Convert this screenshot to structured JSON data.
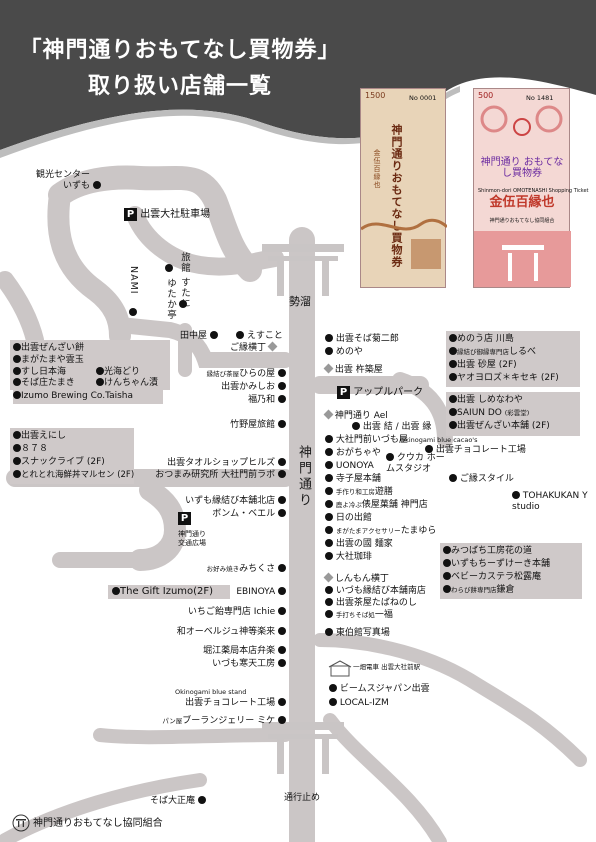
{
  "title": {
    "line1": "「神門通りおもてなし買物券」",
    "line2": "取り扱い店舗一覧"
  },
  "vouchers": {
    "left": {
      "price": "1500",
      "no": "No 0001",
      "text": "神門通りおもてなし買物券",
      "sub": "金伍百縁也"
    },
    "right": {
      "price": "500",
      "no": "No 1481",
      "text": "神門通り おもてなし買物券",
      "value": "金伍百縁也",
      "en": "Shinmon-dori OMOTENASHI Shopping Ticket",
      "issuer": "神門通りおもてなし協同組合"
    }
  },
  "landmarks": {
    "seiryu": "勢溜",
    "shinmon_dori": "神門通り",
    "kotsu_stop": "通行止め",
    "parking_izumo": "出雲大社駐車場",
    "parking_apple": "アップルパーク",
    "parking_shinmon": "神門通り交通広場",
    "kanko": "観光センター いずも",
    "ichibata": "一畑電車 出雲大社前駅",
    "footer": "神門通りおもてなし協同組合"
  },
  "vertical_labels": {
    "nami": "NAMI",
    "yutaka": "ゆたか亭",
    "ryokan": "旅館 すたに"
  },
  "left_box1": [
    "出雲ぜんざい餅",
    "まがたまや雲玉",
    "すし日本海",
    "光海どり",
    "そば庄たまき",
    "けんちゃん漬",
    "Izumo Brewing Co.Taisha"
  ],
  "left_box2": [
    "出雲えにし",
    "８７８",
    "スナックライブ (2F)",
    "とれとれ海鮮丼マルセン (2F)"
  ],
  "right_box1": [
    "めのう店 川島",
    "しるべ",
    "出雲 砂屋 (2F)",
    "ヤオヨロズ＊キセキ (2F)"
  ],
  "right_box1_small": "縁結び御縁専門店",
  "right_box2": [
    "出雲 しめなわや",
    "SAIUN DO",
    "出雲ぜんざい本舗 (2F)"
  ],
  "right_box2_small": "(彩雲堂)",
  "right_box3": [
    "みつばち工房花の道",
    "いずもちーずけーき本舗",
    "ベビーカステラ松露庵",
    "鎌倉"
  ],
  "right_box3_small": "わらび餅専門店",
  "left_shops": {
    "tanaka": "田中屋",
    "esukoto": "えすこと",
    "goen": "ご縁横丁",
    "hiranoya": "ひらの屋",
    "hiranoya_pre": "縁結び茶屋",
    "kamishio": "出雲かみしお",
    "fukunowa": "福乃和",
    "takenoya": "竹野屋旅館",
    "towel": "出雲タオルショップヒルズ",
    "omusubi": "おつまみ研究所 大社門前ラボ",
    "enmusubi": "いずも縁結び本舗北店",
    "bonmu": "ボンム・ベエル",
    "michikusa": "みちくさ",
    "michikusa_pre": "お好み焼き",
    "gift": "The Gift Izumo(2F)",
    "ebinoya": "EBINOYA",
    "ichigo": "いちご飴専門店 Ichie",
    "wa_auberge": "和オーベルジュ神等楽来",
    "horie": "堀江薬局本店弁楽",
    "itsumo": "いづも寒天工房",
    "okinogami_label": "Okinogami blue stand",
    "choco": "出雲チョコレート工場",
    "panya": "ブーランジェリー ミケ",
    "panya_pre": "パン屋",
    "soba": "そば大正庵"
  },
  "right_shops": {
    "sobakiku": "出雲そば菊二郎",
    "menoya": "めのや",
    "kinebaya": "出雲 杵築屋",
    "ael": "神門通り Ael",
    "yui": "出雲 結 / 出雲 縁",
    "taisha_izumoya": "大社門前いづも屋",
    "ogachaya": "おがちゃや",
    "uonoya": "UONOYA",
    "teraya": "寺子屋本舗",
    "teuchi": "遊膳",
    "teuchi_pre": "手作り和工房",
    "sudare": "俵屋菓舗 神門店",
    "sudare_pre": "鹿よ冷ぷ",
    "hinode": "日の出館",
    "tamayura": "たまゆら",
    "tamayura_pre": "まがたまアクセサリー",
    "kuni": "出雲の國 麺家",
    "coffee": "大社珈琲",
    "shinmon_yokocho": "しんもん横丁",
    "enmusubi_minami": "いづも縁結び本舗南店",
    "chaya": "出雲茶屋たばねのし",
    "ichifuku": "一福",
    "ichifuku_pre": "手打ちそば処",
    "higashi": "東伯館写真場",
    "kuwaka": "クウカ ホームスタジオ",
    "okinogami": "Okinogami blue cacao's",
    "choco_r": "出雲チョコレート工場",
    "goen_style": "ご縁スタイル",
    "tohakukan": "TOHAKUKAN Y studio",
    "beams": "ビームスジャパン出雲",
    "local": "LOCAL-IZM"
  },
  "colors": {
    "header": "#4a4a4a",
    "road": "#c9c5c5",
    "box": "#cfc9c9",
    "voucher_left": "#e8d4b8",
    "voucher_right": "#f4d8d4"
  }
}
